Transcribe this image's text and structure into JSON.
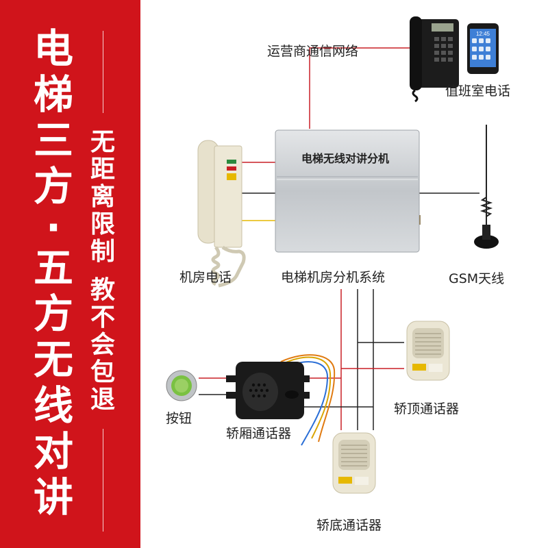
{
  "banner": {
    "title_chars": [
      "电",
      "梯",
      "三",
      "方",
      "·",
      "五",
      "方",
      "无",
      "线",
      "对",
      "讲"
    ],
    "sub1_chars": [
      "无",
      "距",
      "离",
      "限",
      "制"
    ],
    "sub2_chars": [
      "教",
      "不",
      "会",
      "包",
      "退"
    ]
  },
  "device_box": {
    "name": "电梯无线对讲分机"
  },
  "labels": {
    "network": "运营商通信网络",
    "duty_phone": "值班室电话",
    "machine_room_phone": "机房电话",
    "system": "电梯机房分机系统",
    "gsm": "GSM天线",
    "car_roof": "轿顶通话器",
    "button": "按钮",
    "car_intercom": "轿厢通话器",
    "car_bottom": "轿底通话器"
  },
  "phone_screen": {
    "text": "12:45"
  }
}
